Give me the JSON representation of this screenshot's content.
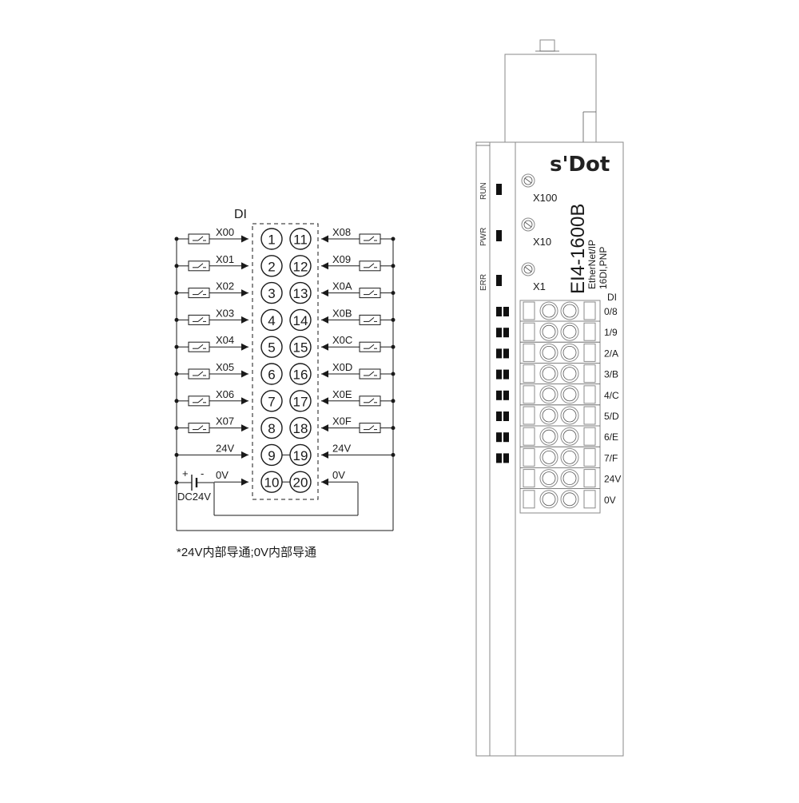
{
  "diagram": {
    "block_title": "DI",
    "left_terminals": [
      {
        "pin": "1",
        "signal": "X00"
      },
      {
        "pin": "2",
        "signal": "X01"
      },
      {
        "pin": "3",
        "signal": "X02"
      },
      {
        "pin": "4",
        "signal": "X03"
      },
      {
        "pin": "5",
        "signal": "X04"
      },
      {
        "pin": "6",
        "signal": "X05"
      },
      {
        "pin": "7",
        "signal": "X06"
      },
      {
        "pin": "8",
        "signal": "X07"
      },
      {
        "pin": "9",
        "signal": "24V"
      },
      {
        "pin": "10",
        "signal": "0V"
      }
    ],
    "right_terminals": [
      {
        "pin": "11",
        "signal": "X08"
      },
      {
        "pin": "12",
        "signal": "X09"
      },
      {
        "pin": "13",
        "signal": "X0A"
      },
      {
        "pin": "14",
        "signal": "X0B"
      },
      {
        "pin": "15",
        "signal": "X0C"
      },
      {
        "pin": "16",
        "signal": "X0D"
      },
      {
        "pin": "17",
        "signal": "X0E"
      },
      {
        "pin": "18",
        "signal": "X0F"
      },
      {
        "pin": "19",
        "signal": "24V"
      },
      {
        "pin": "20",
        "signal": "0V"
      }
    ],
    "supply": {
      "plus": "+",
      "minus": "-",
      "label": "DC24V"
    },
    "footnote": "*24V内部导通;0V内部导通"
  },
  "module": {
    "brand": "s'Dot",
    "model": "EI4-1600B",
    "line2": "EtherNet/IP",
    "line3": "16DI,PNP",
    "status_leds": [
      "RUN",
      "PWR",
      "ERR"
    ],
    "rotary_switches": [
      "X100",
      "X10",
      "X1"
    ],
    "terminal_title": "DI",
    "terminal_rows": [
      "0/8",
      "1/9",
      "2/A",
      "3/B",
      "4/C",
      "5/D",
      "6/E",
      "7/F",
      "24V",
      "0V"
    ]
  }
}
